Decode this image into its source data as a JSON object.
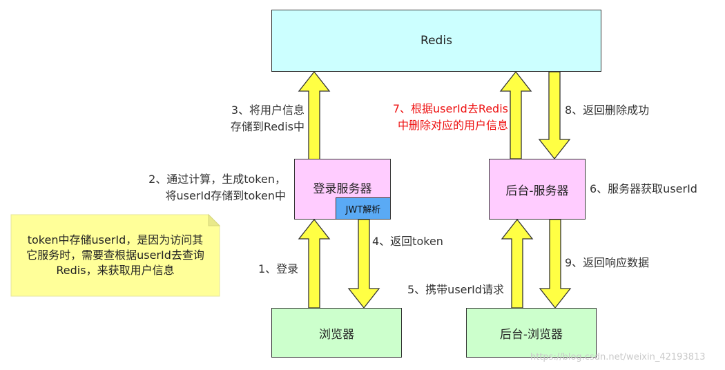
{
  "colors": {
    "redis_fill": "#ccffff",
    "server_fill": "#ffccff",
    "browser_fill": "#ccffcc",
    "jwt_fill": "#5aaaf5",
    "arrow_fill": "#ffff44",
    "note_fill": "#ffff99",
    "highlight_text": "#ee1111"
  },
  "nodes": {
    "redis": "Redis",
    "login_server": "登录服务器",
    "jwt_badge": "JWT解析",
    "backend_server": "后台-服务器",
    "browser": "浏览器",
    "backend_browser": "后台-浏览器"
  },
  "steps": {
    "s1": "1、登录",
    "s2_line1": "2、通过计算，生成token，",
    "s2_line2": "将userId存储到token中",
    "s3_line1": "3、将用户信息",
    "s3_line2": "存储到Redis中",
    "s4": "4、返回token",
    "s5": "5、携带userId请求",
    "s6": "6、服务器获取userId",
    "s7_line1": "7、根据userId去Redis",
    "s7_line2": "中删除对应的用户信息",
    "s8": "8、返回删除成功",
    "s9": "9、返回响应数据"
  },
  "note": {
    "line1": "token中存储userId，是因为访问其",
    "line2": "它服务时，需要查根据userId去查询",
    "line3": "Redis，来获取用户信息"
  },
  "watermark": "https://blog.csdn.net/weixin_42193813"
}
